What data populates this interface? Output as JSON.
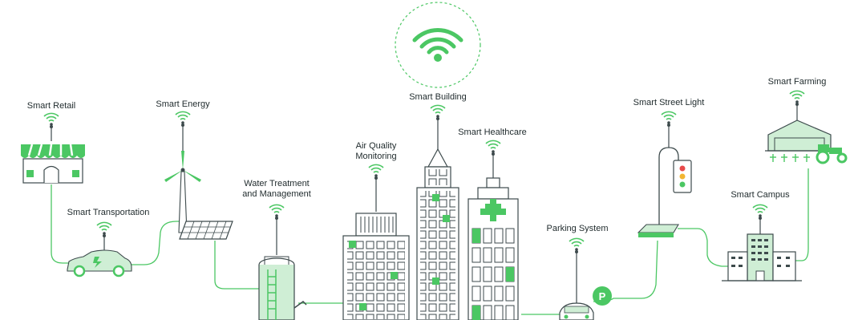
{
  "labels": {
    "smart_retail": "Smart Retail",
    "smart_energy": "Smart Energy",
    "smart_transportation": "Smart Transportation",
    "water_treatment_line1": "Water Treatment",
    "water_treatment_line2": "and Management",
    "air_quality_line1": "Air Quality",
    "air_quality_line2": "Monitoring",
    "smart_building": "Smart Building",
    "smart_healthcare": "Smart Healthcare",
    "parking_system": "Parking System",
    "parking_sign": "P",
    "smart_street_light": "Smart Street Light",
    "smart_campus": "Smart Campus",
    "smart_farming": "Smart Farming"
  },
  "colors": {
    "accent": "#4bc763",
    "accent_light": "#cfeed5",
    "line": "#3d4a4c",
    "text": "#1f2a2c"
  },
  "icons": [
    "wifi-icon",
    "store-awning-icon",
    "wind-turbine-icon",
    "solar-panel-icon",
    "electric-car-icon",
    "water-tank-icon",
    "office-building-icon",
    "skyscraper-icon",
    "hospital-icon",
    "parked-car-icon",
    "parking-sign-icon",
    "traffic-light-icon",
    "campus-building-icon",
    "barn-icon",
    "tractor-icon"
  ]
}
